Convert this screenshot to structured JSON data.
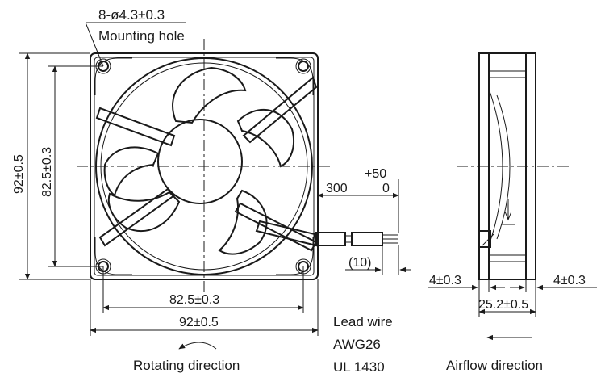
{
  "labels": {
    "mounting_spec": "8-ø4.3±0.3",
    "mounting_hole": "Mounting hole",
    "height_outer": "92±0.5",
    "height_inner": "82.5±0.3",
    "width_inner": "82.5±0.3",
    "width_outer": "92±0.5",
    "lead_length": "300",
    "tol_plus": "+50",
    "tol_zero": "0",
    "strip_length": "(10)",
    "rotating_direction": "Rotating direction",
    "airflow_direction": "Airflow direction",
    "lead_wire": "Lead wire",
    "awg": "AWG26",
    "ul": "UL 1430",
    "flange_left": "4±0.3",
    "flange_right": "4±0.3",
    "depth": "25.2±0.5"
  }
}
